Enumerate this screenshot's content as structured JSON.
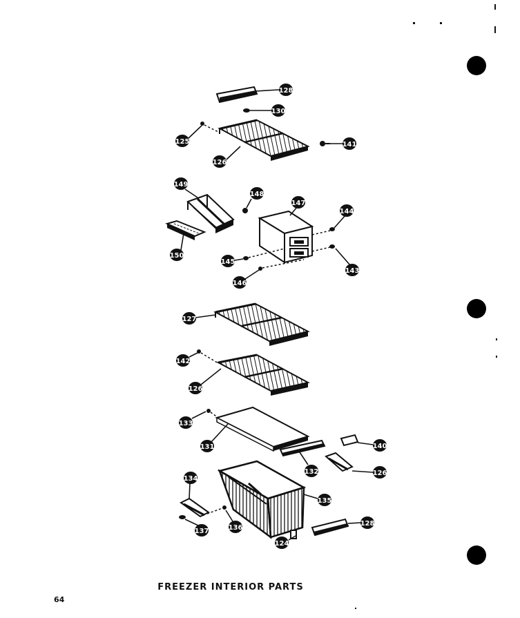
{
  "caption": "FREEZER INTERIOR PARTS",
  "page_number": "64",
  "callouts": [
    {
      "id": "c1",
      "label": "128"
    },
    {
      "id": "c2",
      "label": "130"
    },
    {
      "id": "c3",
      "label": "125"
    },
    {
      "id": "c4",
      "label": "126"
    },
    {
      "id": "c5",
      "label": "141"
    },
    {
      "id": "c6",
      "label": "149"
    },
    {
      "id": "c7",
      "label": "148"
    },
    {
      "id": "c8",
      "label": "147"
    },
    {
      "id": "c9",
      "label": "144"
    },
    {
      "id": "c10",
      "label": "150"
    },
    {
      "id": "c11",
      "label": "145"
    },
    {
      "id": "c12",
      "label": "143"
    },
    {
      "id": "c13",
      "label": "146"
    },
    {
      "id": "c14",
      "label": "127"
    },
    {
      "id": "c15",
      "label": "142"
    },
    {
      "id": "c16",
      "label": "126"
    },
    {
      "id": "c17",
      "label": "133"
    },
    {
      "id": "c18",
      "label": "131"
    },
    {
      "id": "c19",
      "label": "140"
    },
    {
      "id": "c20",
      "label": "132"
    },
    {
      "id": "c21",
      "label": "126"
    },
    {
      "id": "c22",
      "label": "134"
    },
    {
      "id": "c23",
      "label": "135"
    },
    {
      "id": "c24",
      "label": "137"
    },
    {
      "id": "c25",
      "label": "136"
    },
    {
      "id": "c26",
      "label": "128"
    },
    {
      "id": "c27",
      "label": "124"
    }
  ]
}
